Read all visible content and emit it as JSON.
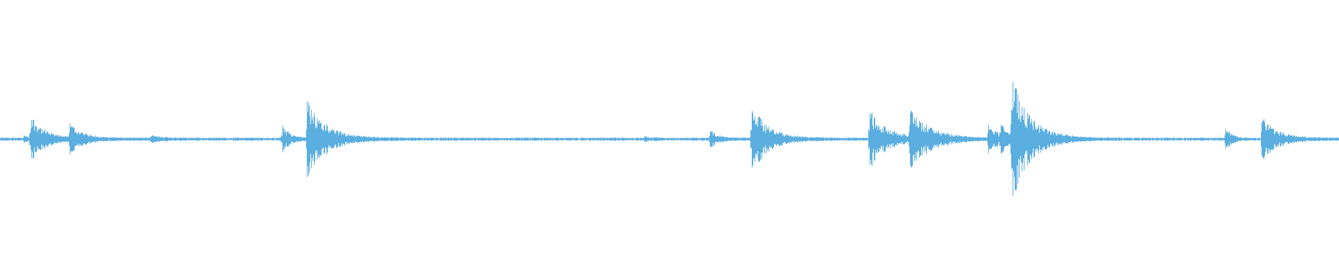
{
  "waveform": {
    "color": "#5aaee0",
    "background": "#ffffff",
    "duration_fraction_note": "",
    "bursts": [
      {
        "t": 0.0175,
        "amp": 0.02,
        "decay": 0.004
      },
      {
        "t": 0.0225,
        "amp": 0.18,
        "decay": 0.01
      },
      {
        "t": 0.052,
        "amp": 0.1,
        "decay": 0.01
      },
      {
        "t": 0.113,
        "amp": 0.03,
        "decay": 0.006
      },
      {
        "t": 0.2105,
        "amp": 0.1,
        "decay": 0.006
      },
      {
        "t": 0.229,
        "amp": 0.28,
        "decay": 0.014
      },
      {
        "t": 0.481,
        "amp": 0.015,
        "decay": 0.004
      },
      {
        "t": 0.53,
        "amp": 0.06,
        "decay": 0.006
      },
      {
        "t": 0.561,
        "amp": 0.26,
        "decay": 0.012
      },
      {
        "t": 0.649,
        "amp": 0.23,
        "decay": 0.012
      },
      {
        "t": 0.679,
        "amp": 0.2,
        "decay": 0.016
      },
      {
        "t": 0.738,
        "amp": 0.12,
        "decay": 0.006
      },
      {
        "t": 0.747,
        "amp": 0.1,
        "decay": 0.006
      },
      {
        "t": 0.755,
        "amp": 0.44,
        "decay": 0.014
      },
      {
        "t": 0.915,
        "amp": 0.1,
        "decay": 0.004
      },
      {
        "t": 0.942,
        "amp": 0.16,
        "decay": 0.012
      }
    ],
    "noise_floor": 0.012,
    "samples": 1920
  }
}
